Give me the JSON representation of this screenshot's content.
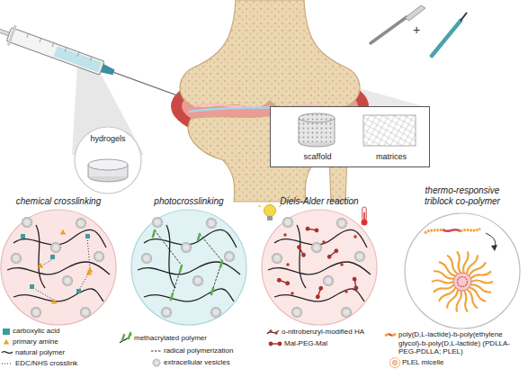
{
  "diagram": {
    "nodes": [
      {
        "text": [
          "hydrogels"
        ]
      },
      {
        "text": [
          "scaffold",
          "matrices"
        ]
      },
      {
        "text": [
          "chemical crosslinking"
        ]
      },
      {
        "text": [
          "photocrosslinking"
        ]
      },
      {
        "text": [
          "Diels-Alder reaction"
        ]
      },
      {
        "text": [
          "thermo-responsive triblock co-polymer"
        ]
      }
    ],
    "labels": [
      "+"
    ],
    "legend": [
      {
        "text": "carboxylic acid",
        "color": "#3a9e9e"
      },
      {
        "text": "primary amine"
      },
      {
        "text": "natural polymer"
      },
      {
        "text": "EDC/NHS crosslink"
      },
      {
        "text": "methacrylated polymer"
      },
      {
        "text": "radical polymerization"
      },
      {
        "text": "extracellular vesicles"
      },
      {
        "text": "o-nitrobenzyl-modified HA"
      },
      {
        "text": "Mal-PEG-Mal"
      },
      {
        "text": "poly(D,L-lactide)-b-poly(ethylene glycol)-b-poly(D,L-lactide) (PDLLA-PEG-PDLLA; PLEL)"
      },
      {
        "text": "PLEL micelle"
      }
    ]
  }
}
